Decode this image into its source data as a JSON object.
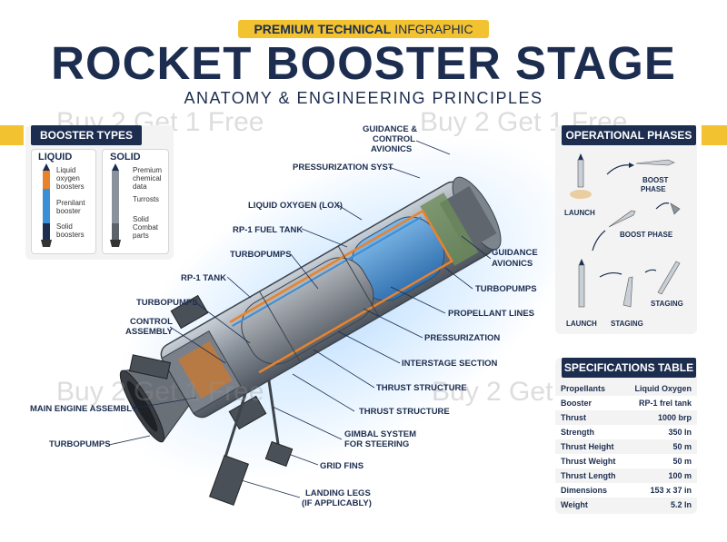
{
  "header": {
    "badge_bold": "PREMIUM TECHNICAL",
    "badge_rest": " INFGRAPHIC",
    "title": "ROCKET BOOSTER STAGE",
    "subtitle": "ANATOMY & ENGINEERING PRINCIPLES"
  },
  "watermark": "Buy 2 Get 1 Free",
  "booster_types": {
    "title": "BOOSTER TYPES",
    "liquid": {
      "title": "LIQUID",
      "labels": [
        "Liquid oxygen boosters",
        "Prenilant booster",
        "Solid boosters"
      ]
    },
    "solid": {
      "title": "SOLID",
      "labels": [
        "Premium chemical data",
        "Turrosts",
        "Solid Combat parts"
      ]
    }
  },
  "callouts_left": {
    "pressurization": "PRESSURIZATION SYST",
    "lox": "LIQUID OXYGEN (LOX)",
    "rp1_fuel_tank": "RP-1 FUEL TANK",
    "turbopumps_1": "TURBOPUMPS",
    "rp1_tank": "RP-1 TANK",
    "turbopumps_2": "TURBOPUMPS",
    "control_assembly_1": "CONTROL",
    "control_assembly_2": "ASSEMBLY",
    "main_engine": "MAIN ENGINE ASSEMBLY",
    "turbopumps_3": "TURBOPUMPS"
  },
  "callouts_right": {
    "guidance_1": "GUIDANCE &",
    "guidance_2": "CONTROL",
    "guidance_3": "AVIONICS",
    "guidance_avionics_1": "GUIDANCE",
    "guidance_avionics_2": "AVIONICS",
    "turbopumps": "TURBOPUMPS",
    "propellant_lines": "PROPELLANT LINES",
    "pressurization": "PRESSURIZATION",
    "interstage": "INTERSTAGE SECTION",
    "thrust_structure_1": "THRUST STRUCTURE",
    "thrust_structure_2": "THRUST STRUCTURE",
    "gimbal_1": "GIMBAL SYSTEM",
    "gimbal_2": "FOR STEERING",
    "grid_fins": "GRID FINS",
    "landing_legs_1": "LANDING LEGS",
    "landing_legs_2": "(IF APPLICABLY)"
  },
  "operational_phases": {
    "title": "OPERATIONAL PHASES",
    "labels": {
      "launch_1": "LAUNCH",
      "boost_phase_1a": "BOOST",
      "boost_phase_1b": "PHASE",
      "boost_phase_2": "BOOST PHASE",
      "launch_2": "LAUNCH",
      "staging_1": "STAGING",
      "staging_2": "STAGING"
    }
  },
  "specifications": {
    "title": "SPECIFICATIONS TABLE",
    "rows": [
      {
        "key": "Propellants",
        "value": "Liquid Oxygen"
      },
      {
        "key": "Booster",
        "value": "RP-1 frel tank"
      },
      {
        "key": "Thrust",
        "value": "1000 brp"
      },
      {
        "key": "Strength",
        "value": "350 In"
      },
      {
        "key": "Thrust Height",
        "value": "50 m"
      },
      {
        "key": "Thrust Weight",
        "value": "50 m"
      },
      {
        "key": "Thrust Length",
        "value": "100 m"
      },
      {
        "key": "Dimensions",
        "value": "153 x 37 in"
      },
      {
        "key": "Weight",
        "value": "5.2 In"
      }
    ]
  },
  "colors": {
    "navy": "#1c2d4f",
    "accent_yellow": "#f2c230",
    "lox_blue": "#3a8fd6",
    "fuel_orange": "#e8832c"
  }
}
